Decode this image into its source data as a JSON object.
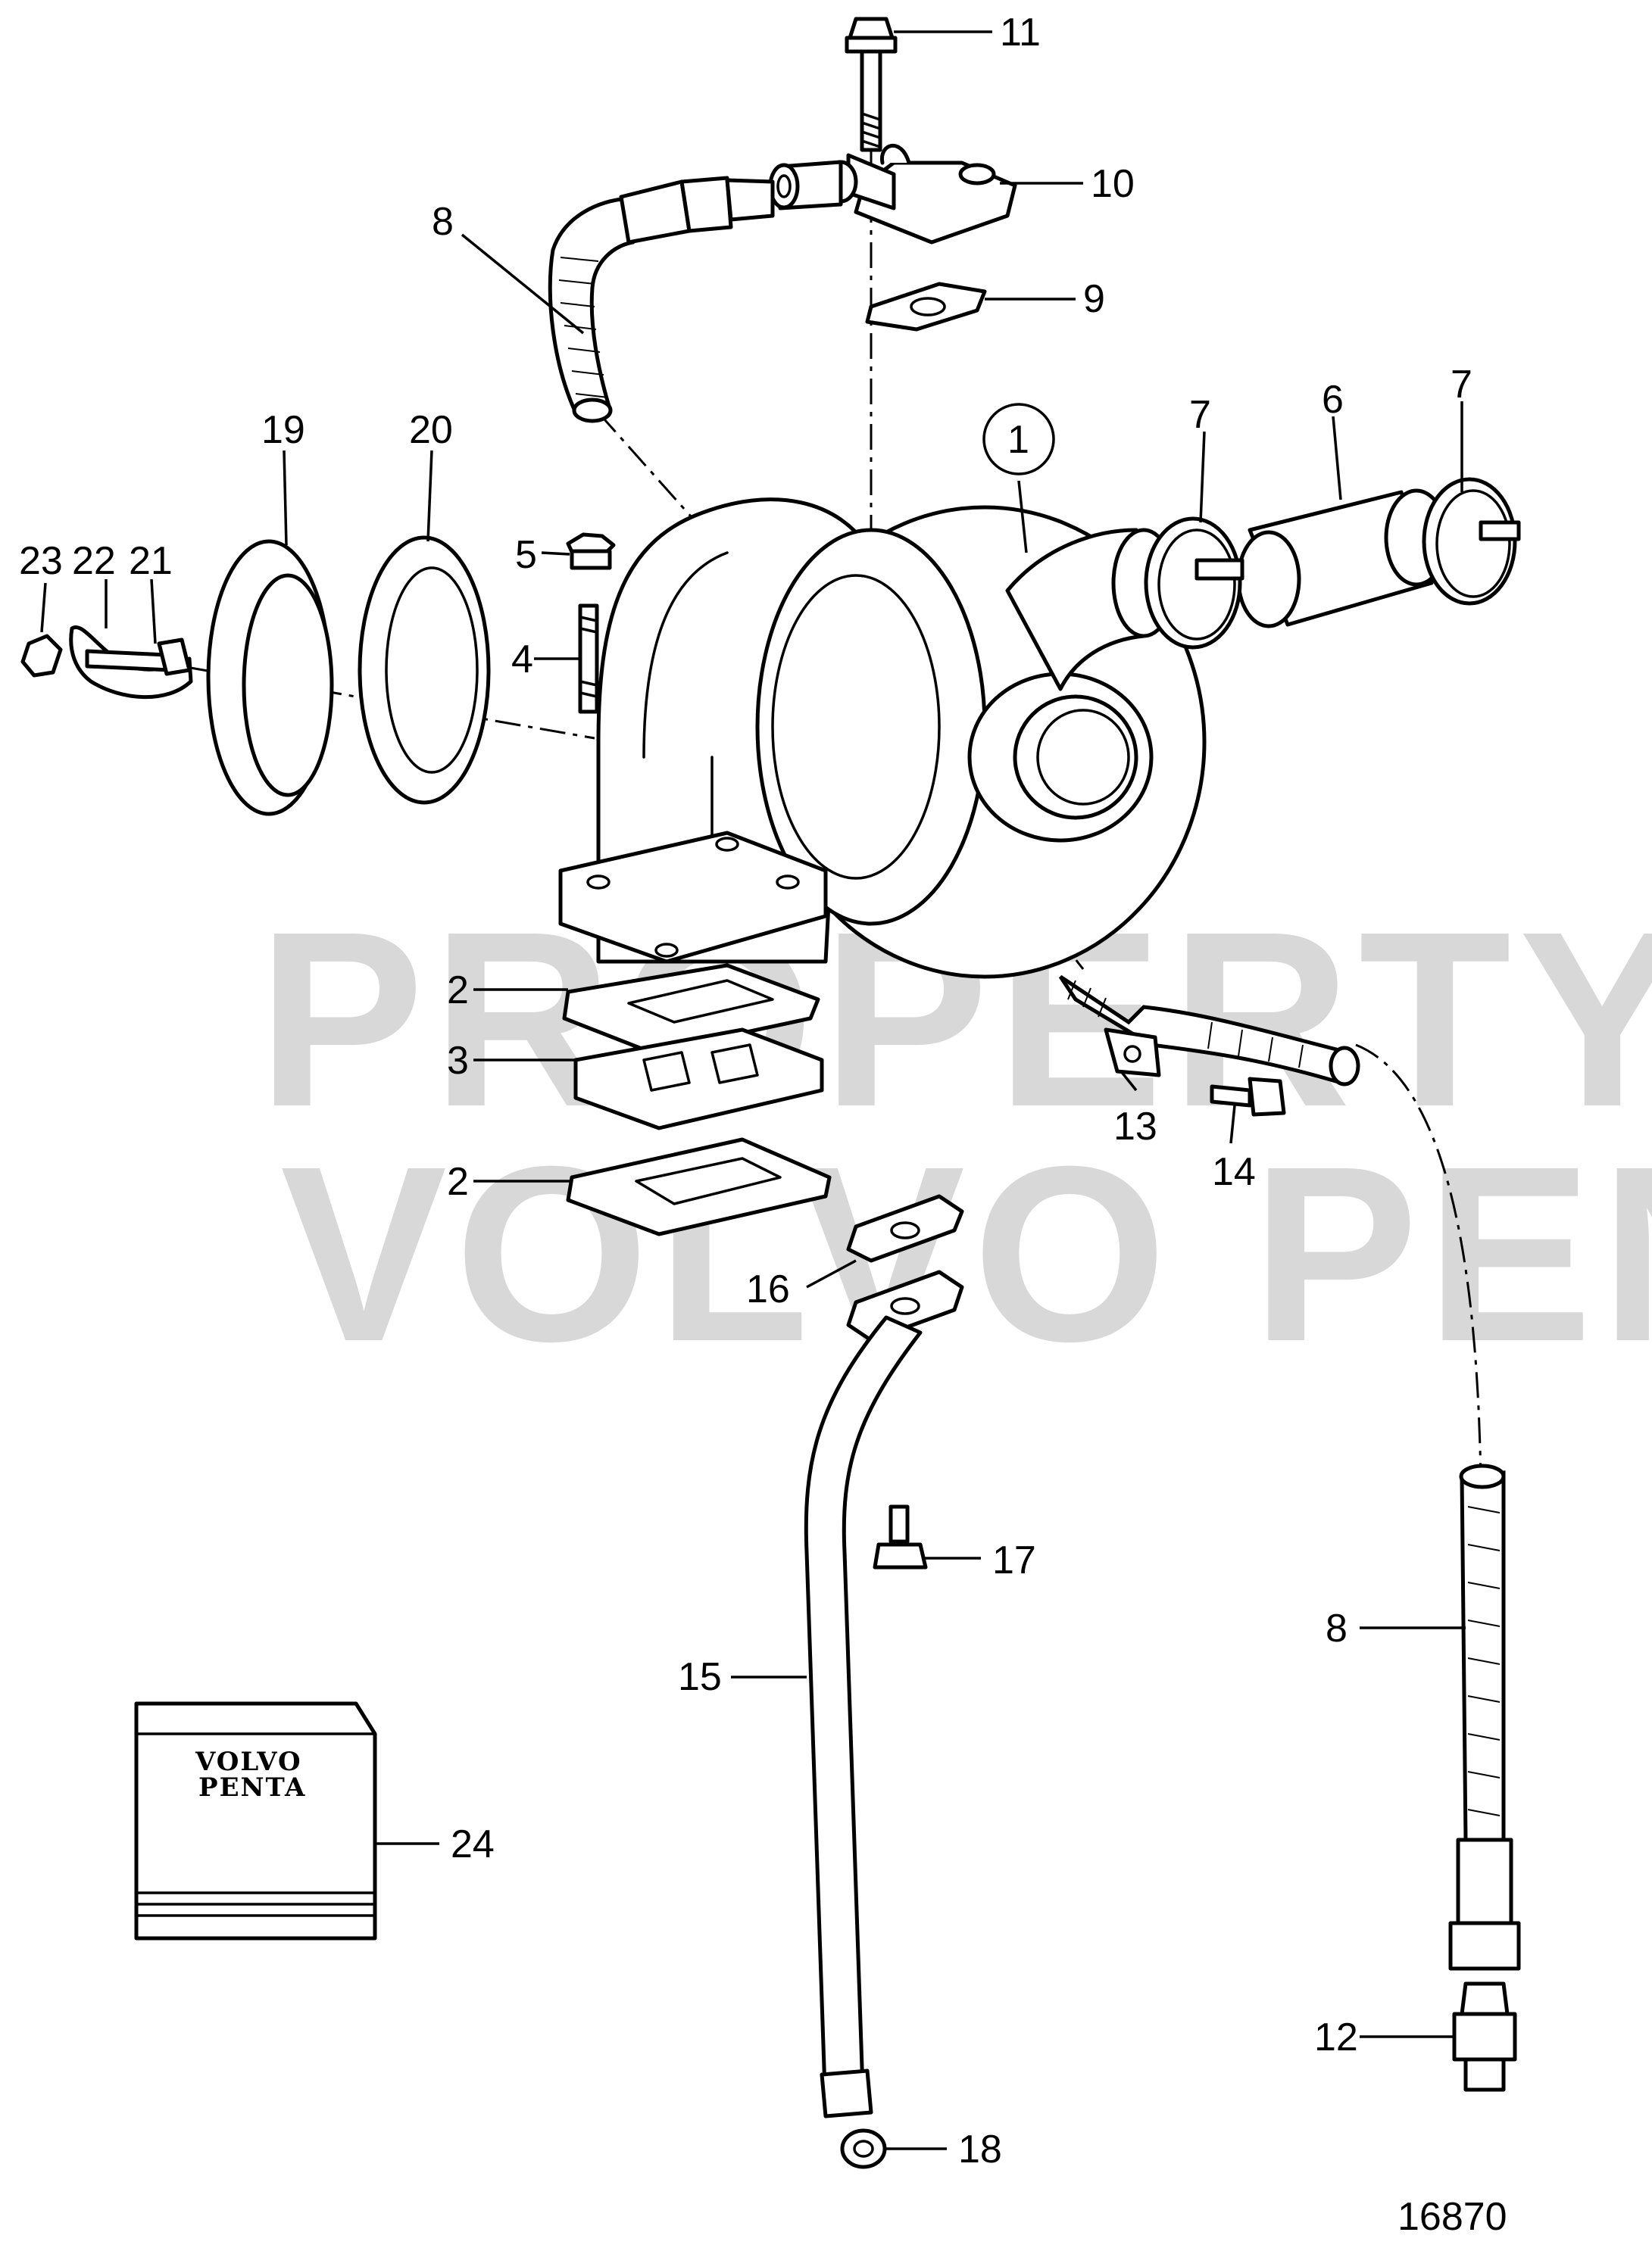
{
  "watermark": [
    "PROPERTY OF",
    "VOLVO PENTA"
  ],
  "figure_number": "16870",
  "booklet_brand": [
    "VOLVO",
    "PENTA"
  ],
  "callouts": [
    {
      "id": "c1",
      "label": "1",
      "circled": true
    },
    {
      "id": "c2a",
      "label": "2"
    },
    {
      "id": "c2b",
      "label": "2"
    },
    {
      "id": "c3",
      "label": "3"
    },
    {
      "id": "c4",
      "label": "4"
    },
    {
      "id": "c5",
      "label": "5"
    },
    {
      "id": "c6",
      "label": "6"
    },
    {
      "id": "c7a",
      "label": "7"
    },
    {
      "id": "c7b",
      "label": "7"
    },
    {
      "id": "c8a",
      "label": "8"
    },
    {
      "id": "c8b",
      "label": "8"
    },
    {
      "id": "c9",
      "label": "9"
    },
    {
      "id": "c10",
      "label": "10"
    },
    {
      "id": "c11",
      "label": "11"
    },
    {
      "id": "c12",
      "label": "12"
    },
    {
      "id": "c13",
      "label": "13"
    },
    {
      "id": "c14",
      "label": "14"
    },
    {
      "id": "c15",
      "label": "15"
    },
    {
      "id": "c16",
      "label": "16"
    },
    {
      "id": "c17",
      "label": "17"
    },
    {
      "id": "c18",
      "label": "18"
    },
    {
      "id": "c19",
      "label": "19"
    },
    {
      "id": "c20",
      "label": "20"
    },
    {
      "id": "c21",
      "label": "21"
    },
    {
      "id": "c22",
      "label": "22"
    },
    {
      "id": "c23",
      "label": "23"
    },
    {
      "id": "c24",
      "label": "24"
    }
  ]
}
